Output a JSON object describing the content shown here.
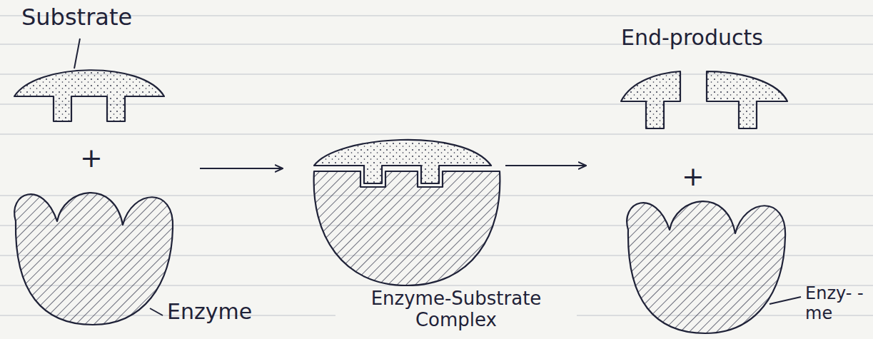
{
  "diagram": {
    "labels": [
      "Substrate",
      "+",
      "Enzyme",
      "Enzyme-Substrate Complex",
      "End-products",
      "+",
      "Enzy- -me"
    ]
  }
}
